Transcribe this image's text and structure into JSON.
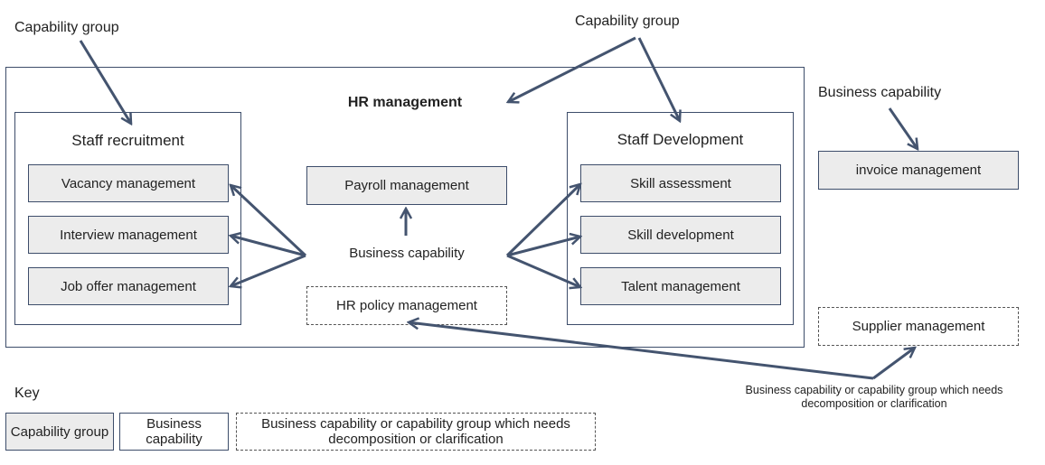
{
  "annotations": {
    "capability_group_left": "Capability group",
    "capability_group_top": "Capability group",
    "business_capability_right": "Business capability",
    "business_capability_center": "Business capability",
    "needs_decomposition_note": "Business capability or capability group which needs decomposition or clarification"
  },
  "hr_management": {
    "title": "HR management",
    "staff_recruitment": {
      "title": "Staff recruitment",
      "items": [
        "Vacancy management",
        "Interview management",
        "Job offer management"
      ]
    },
    "payroll": "Payroll management",
    "hr_policy": "HR policy management",
    "staff_development": {
      "title": "Staff Development",
      "items": [
        "Skill assessment",
        "Skill development",
        "Talent management"
      ]
    }
  },
  "outside": {
    "invoice": "invoice management",
    "supplier": "Supplier management"
  },
  "key": {
    "title": "Key",
    "capability_group": "Capability group",
    "business_capability": "Business capability",
    "needs_decomposition": "Business capability or capability group which needs decomposition or clarification"
  },
  "colors": {
    "border": "#3d4d6a",
    "arrow": "#44546f",
    "capability_fill": "#ececec"
  }
}
